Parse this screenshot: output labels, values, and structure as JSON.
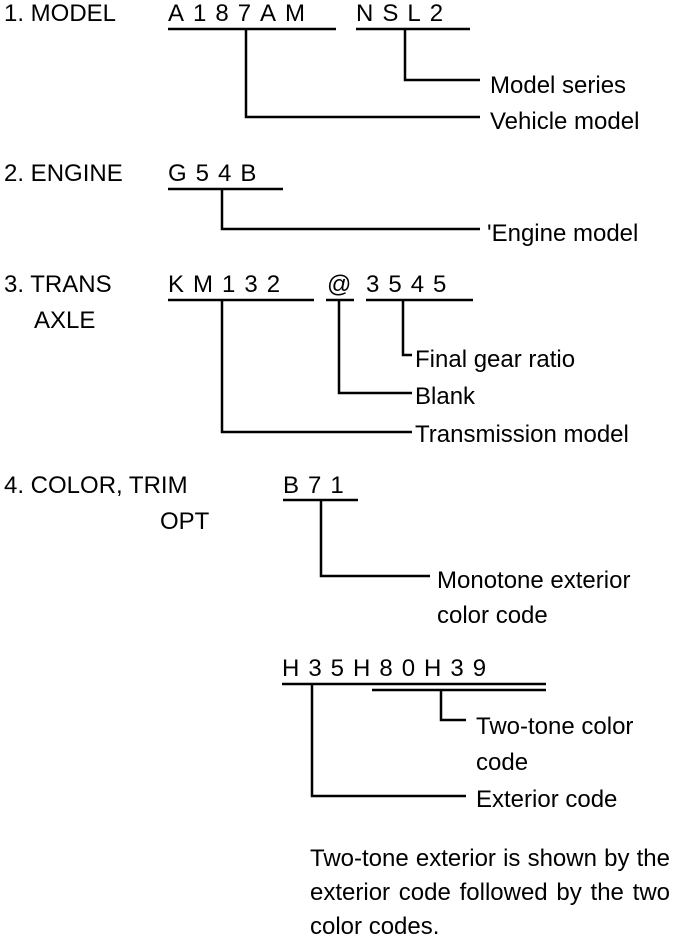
{
  "sections": {
    "model": {
      "label": "1. MODEL",
      "code_a": "A187AM",
      "code_b": "NSL2",
      "callouts": [
        "Model series",
        "Vehicle model"
      ]
    },
    "engine": {
      "label": "2. ENGINE",
      "code": "G54B",
      "callouts": [
        "'Engine model"
      ]
    },
    "trans": {
      "label_line1": "3. TRANS",
      "label_line2": "AXLE",
      "code_a": "KM132",
      "code_b": "@",
      "code_c": "3545",
      "callouts": [
        "Final gear ratio",
        "Blank",
        "Transmission model"
      ]
    },
    "color": {
      "label_line1": "4. COLOR, TRIM",
      "label_line2": "OPT",
      "code_mono": "B71",
      "mono_callout_line1": "Monotone exterior",
      "mono_callout_line2": "color code",
      "code_two_tone": "H35H80H39",
      "two_tone_callout_line1": "Two-tone color",
      "two_tone_callout_line2": "code",
      "exterior_callout": "Exterior code",
      "note": "Two-tone exterior is shown by the exterior code followed by the two color codes."
    }
  }
}
